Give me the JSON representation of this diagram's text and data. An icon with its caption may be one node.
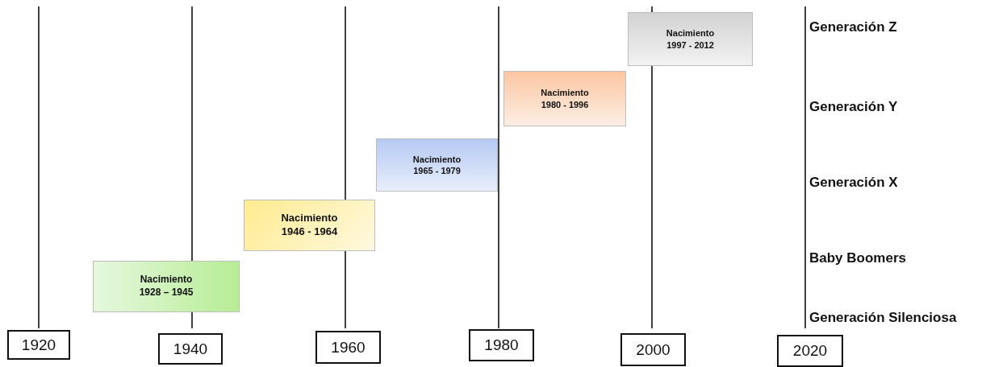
{
  "diagram": {
    "nodes": [
      {
        "text": [
          "Nacimiento",
          "1997 - 2012"
        ]
      },
      {
        "text": [
          "Nacimiento",
          "1980 - 1996"
        ]
      },
      {
        "text": [
          "Nacimiento",
          "1965 - 1979"
        ]
      },
      {
        "text": [
          "Nacimiento",
          "1946 - 1964"
        ]
      },
      {
        "text": [
          "Nacimiento",
          "1928 – 1945"
        ]
      },
      {
        "text": [
          "1920"
        ]
      },
      {
        "text": [
          "1940"
        ]
      },
      {
        "text": [
          "1960"
        ]
      },
      {
        "text": [
          "1980"
        ]
      },
      {
        "text": [
          "2000"
        ]
      },
      {
        "text": [
          "2020"
        ]
      }
    ],
    "edges": [],
    "labels": [
      "Generación Z",
      "Generación Y",
      "Generación X",
      "Baby Boomers",
      "Generación Silenciosa"
    ]
  }
}
